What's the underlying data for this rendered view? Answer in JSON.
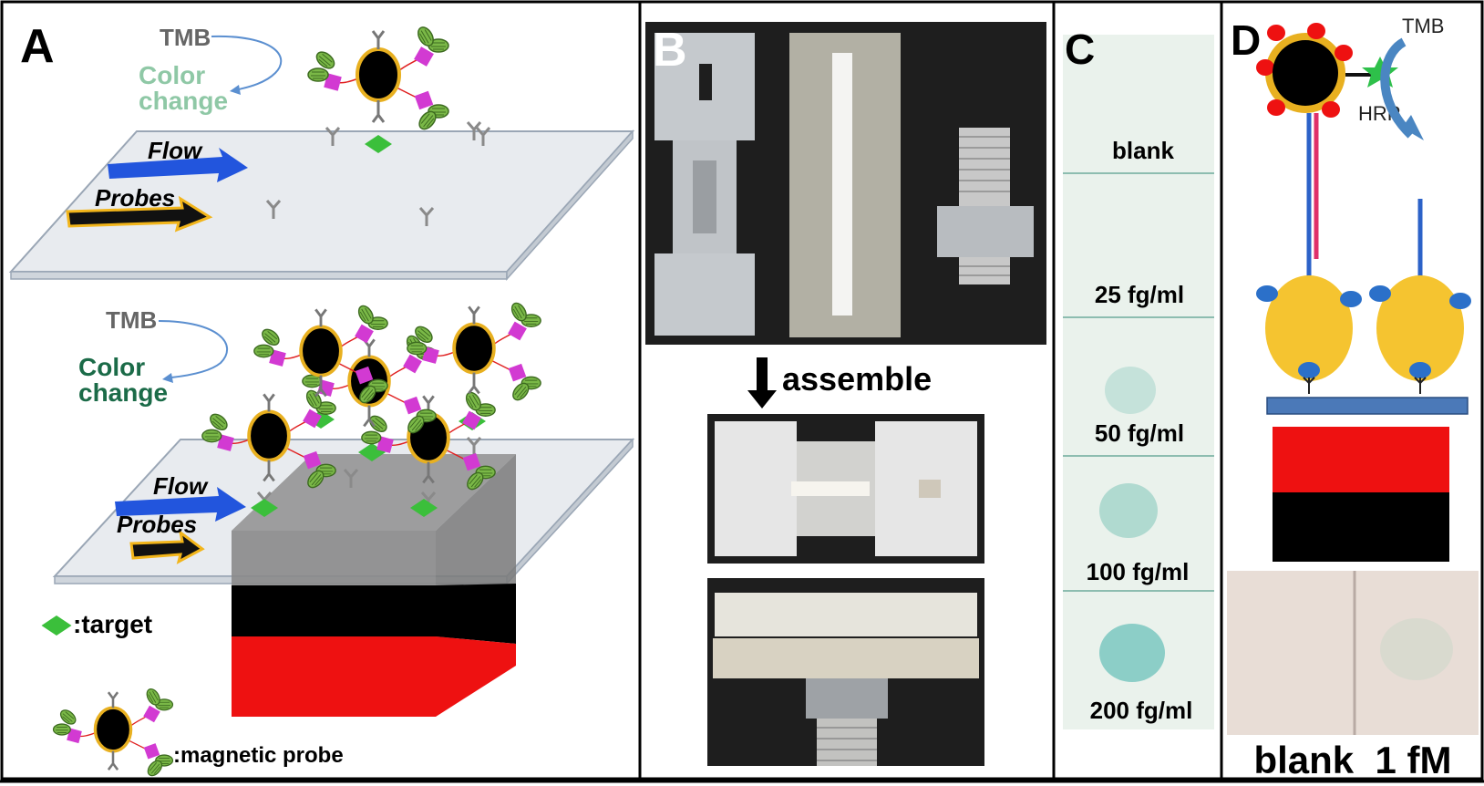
{
  "panels": {
    "a": {
      "letter": "A",
      "top": {
        "tmb": "TMB",
        "color_change_1": "Color",
        "color_change_2": "change",
        "flow": "Flow",
        "probes": "Probes"
      },
      "bottom": {
        "tmb": "TMB",
        "color_change_1": "Color",
        "color_change_2": "change",
        "flow": "Flow",
        "probes": "Probes"
      },
      "legend": {
        "target": ":target",
        "probe": ":magnetic probe"
      }
    },
    "b": {
      "letter": "B",
      "assemble": "assemble"
    },
    "c": {
      "letter": "C",
      "strips": [
        "blank",
        "25 fg/ml",
        "50 fg/ml",
        "100 fg/ml",
        "200 fg/ml"
      ]
    },
    "d": {
      "letter": "D",
      "tmb": "TMB",
      "hrp": "HRP",
      "bottom_label": "blank  1 fM"
    }
  },
  "colors": {
    "flow_arrow": "#2255dd",
    "probes_arrow": "#111111",
    "probes_outline": "#f2b51a",
    "target": "#3bbf3b",
    "magnet_red": "#ee1111",
    "magnet_black": "#000000",
    "bead": "#000000",
    "bead_ring": "#e8b020",
    "linker": "#d23ad2",
    "enzyme": "#7ab847",
    "dna_red": "#e0306a",
    "dna_blue": "#2c62c8",
    "cell": "#f5c430",
    "receptor": "#2b70c9",
    "substrate": "#4a86c2",
    "photo_dark": "#1e1e1e"
  }
}
